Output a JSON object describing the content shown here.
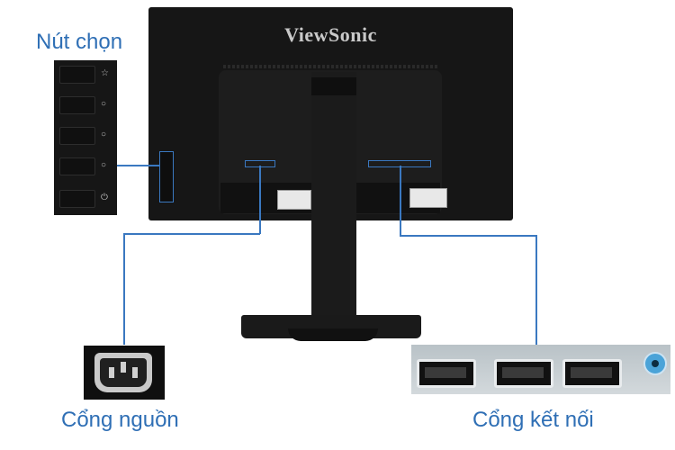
{
  "brand": "ViewSonic",
  "labels": {
    "buttons": "Nút chọn",
    "power": "Cổng nguồn",
    "ports": "Cổng kết nối"
  },
  "button_icons": [
    "star-icon",
    "circle-icon",
    "circle-icon",
    "circle-icon",
    "power-icon"
  ],
  "colors": {
    "accent": "#3a78c0",
    "label_text": "#2f6fb5",
    "monitor_body": "#161616",
    "audio_jack": "#4aa3d8"
  }
}
